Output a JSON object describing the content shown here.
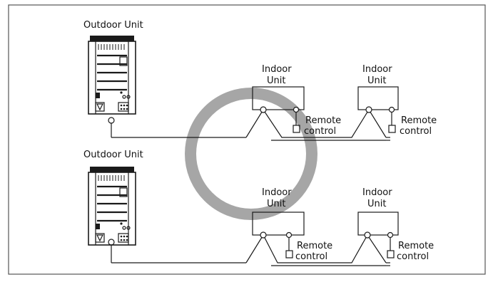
{
  "labels": {
    "outdoor_unit": "Outdoor Unit",
    "indoor_unit_line1": "Indoor",
    "indoor_unit_line2": "Unit",
    "remote_line1": "Remote",
    "remote_line2": "control"
  },
  "colors": {
    "stroke": "#1a1a1a",
    "ring": "#a6a6a6",
    "frame": "#555555",
    "background": "#ffffff"
  },
  "indicator": {
    "symbol": "circle-ring",
    "meaning_hint": "O mark (correct wiring)"
  }
}
